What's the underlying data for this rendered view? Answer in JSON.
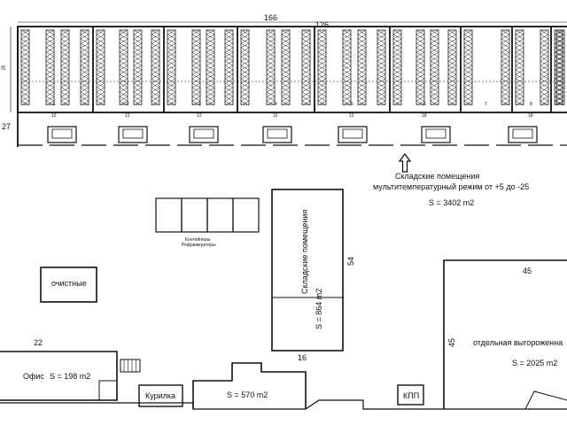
{
  "dimensions": {
    "top_width": "166",
    "inner_width": "126",
    "left_depth": "27",
    "rack_depth": "28",
    "bay_width": "12",
    "office_width": "22",
    "cold_store_height": "54",
    "cold_store_width": "16",
    "separate_height": "45",
    "separate_width": "45"
  },
  "bays": [
    {
      "number": "1",
      "width": "12"
    },
    {
      "number": "2",
      "width": "12"
    },
    {
      "number": "3",
      "width": "12"
    },
    {
      "number": "4",
      "width": "12"
    },
    {
      "number": "5",
      "width": "12"
    },
    {
      "number": "6",
      "width": "18"
    },
    {
      "number": "7",
      "width": ""
    },
    {
      "number": "8",
      "width": "18"
    }
  ],
  "warehouse": {
    "title": "Складские помещения",
    "subtitle": "мультитемпературный режим от +5 до -25",
    "area": "S = 3402 m2"
  },
  "containers": {
    "label_line1": "Контейнеры",
    "label_line2": "Рефрижераторы"
  },
  "treatment": {
    "label": "очистные"
  },
  "cold_store": {
    "title": "Складские помещения",
    "area": "S = 864 m2"
  },
  "office": {
    "label": "Офис",
    "area": "S = 198 m2"
  },
  "smoking": {
    "label": "Курилка"
  },
  "shed": {
    "area": "S = 570 m2"
  },
  "checkpoint": {
    "label": "КПП"
  },
  "separate": {
    "title": "отдельная выгороженна",
    "area": "S = 2025 m2"
  }
}
